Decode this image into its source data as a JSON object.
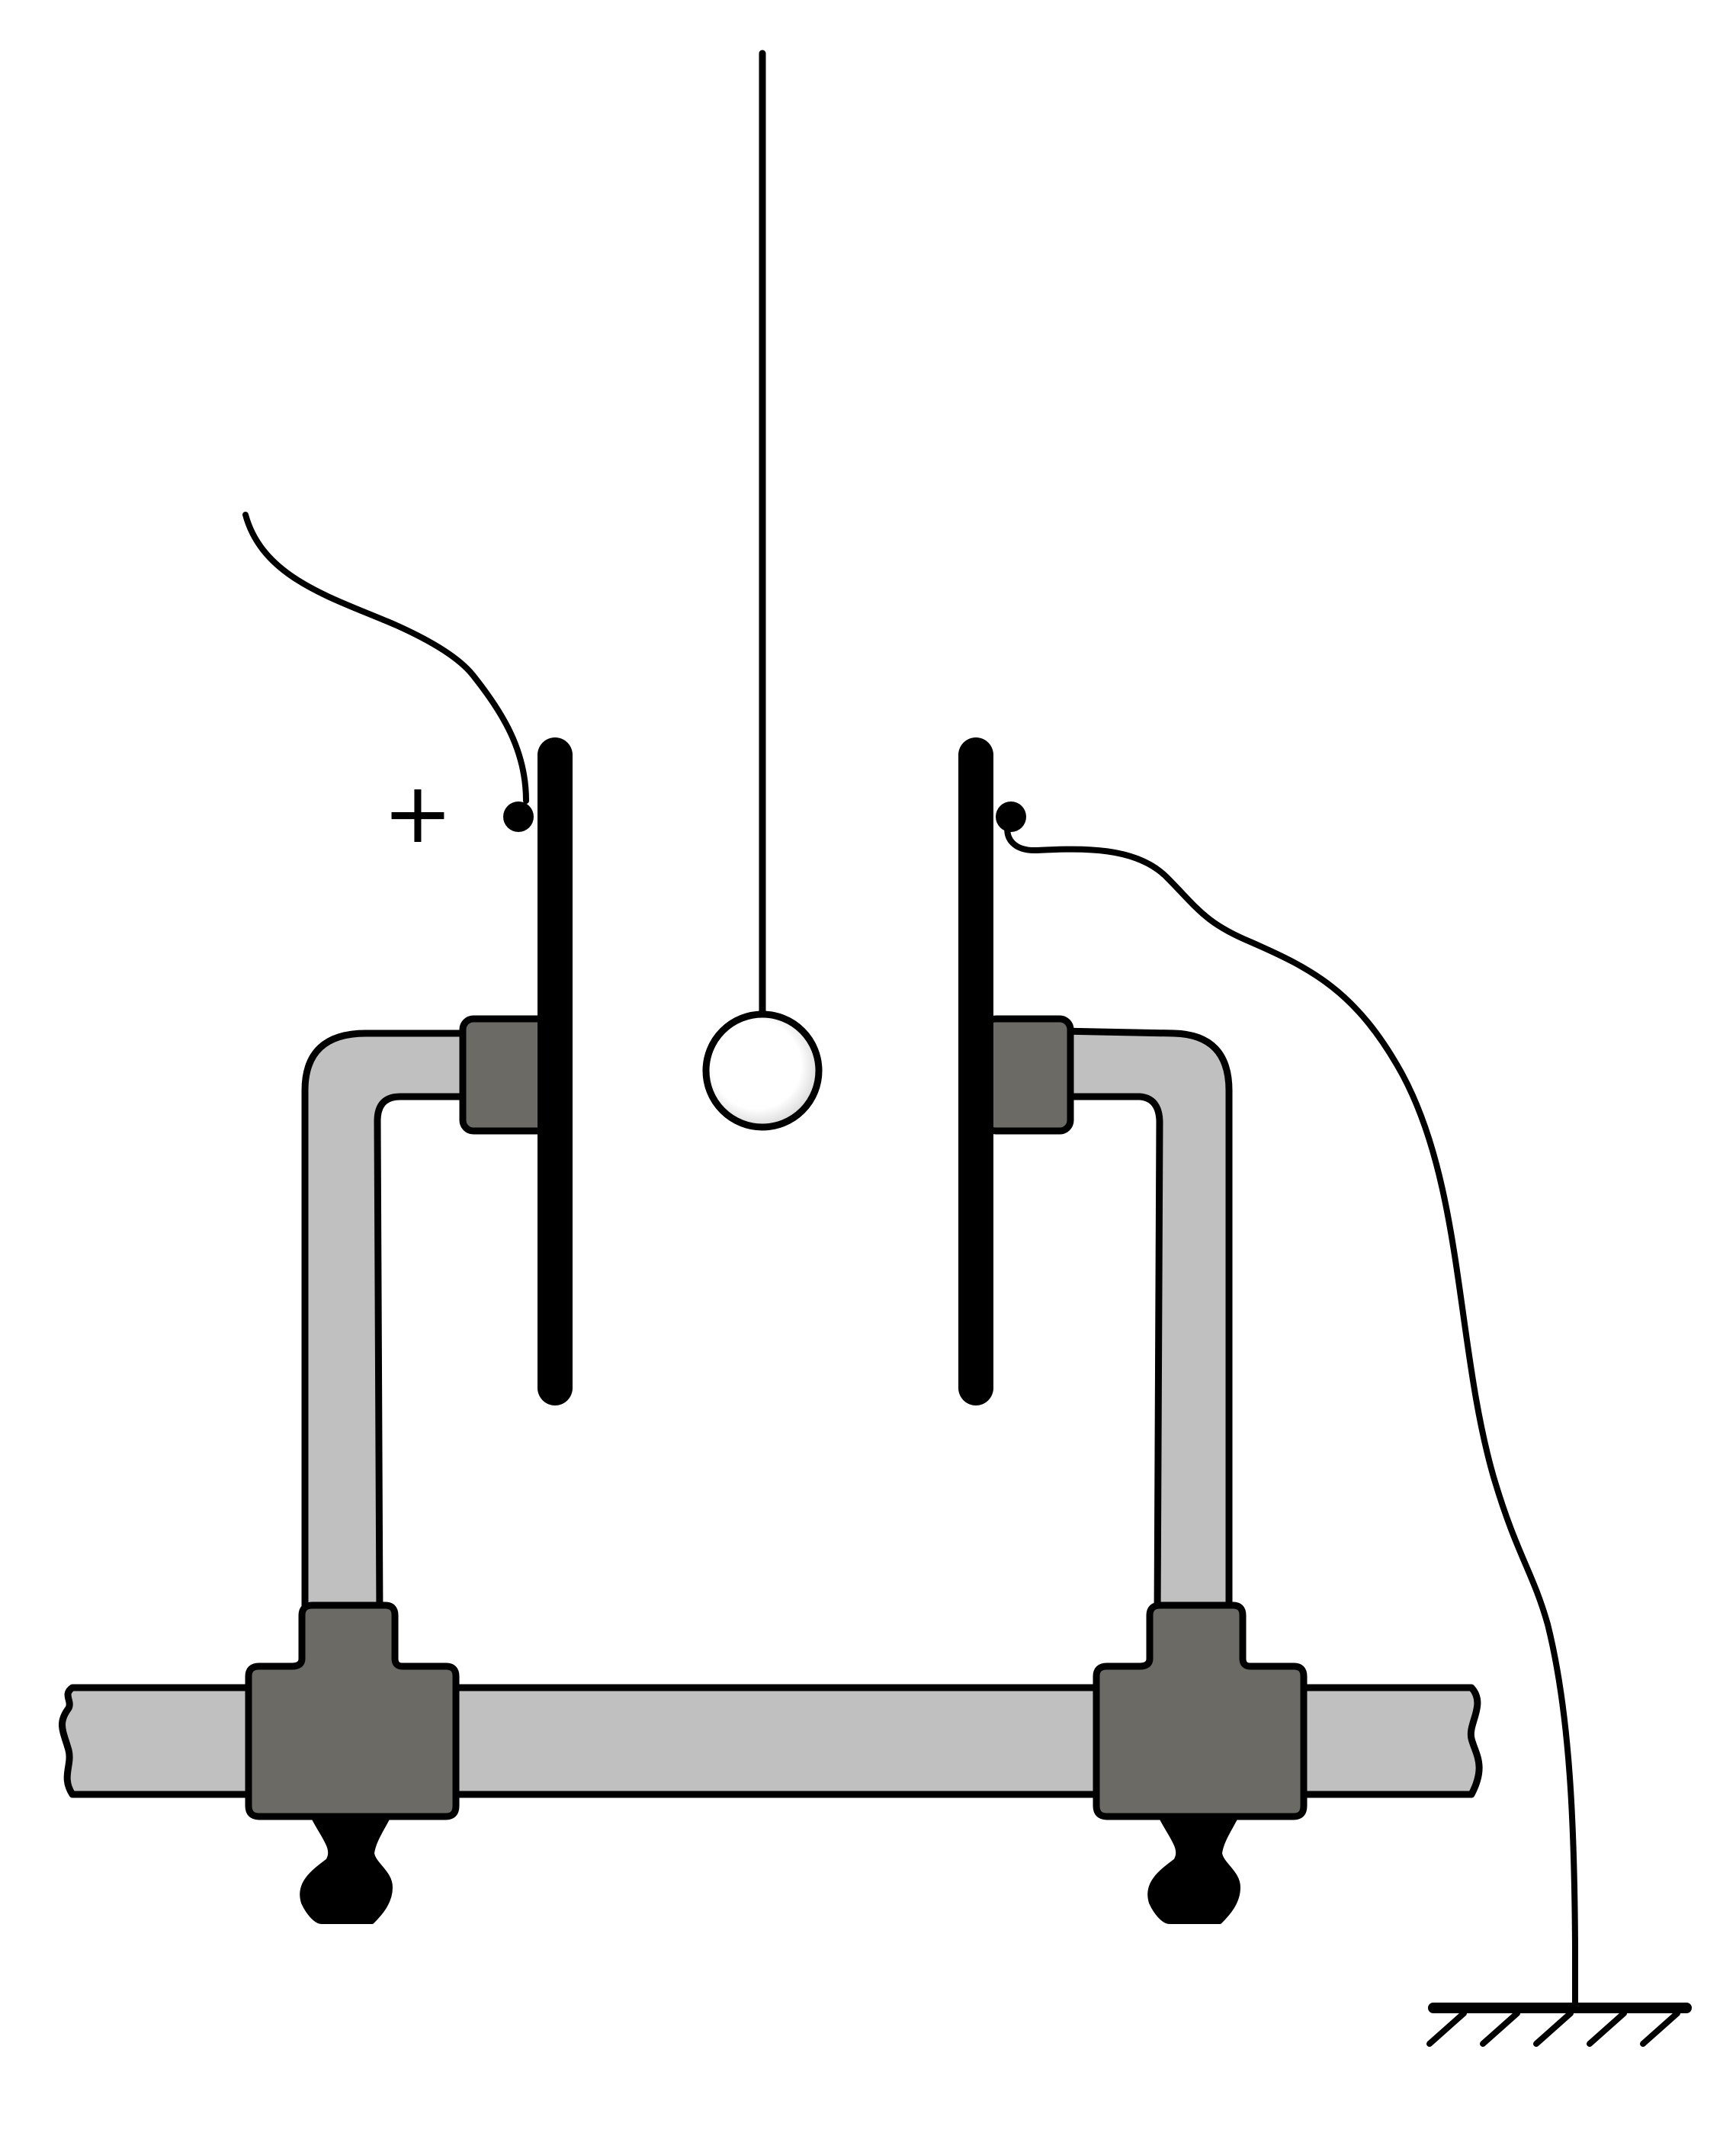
{
  "diagram": {
    "labels": {
      "left_plate_polarity": "+"
    },
    "colors": {
      "background": "#ffffff",
      "stroke": "#000000",
      "rod_fill": "#c0c0c0",
      "clamp_fill": "#6b6a65",
      "plate_fill": "#000000",
      "ball_highlight": "#ffffff",
      "ball_shadow": "#d8d8d8"
    },
    "components": [
      "suspension-thread",
      "charged-ball",
      "left-plate",
      "right-plate",
      "left-lead-wire",
      "right-lead-wire",
      "ground-symbol",
      "base-rod",
      "left-bent-support-rod",
      "right-bent-support-rod",
      "left-base-clamp",
      "right-base-clamp",
      "left-plate-clamp",
      "right-plate-clamp",
      "left-clamp-screw",
      "right-clamp-screw"
    ]
  }
}
